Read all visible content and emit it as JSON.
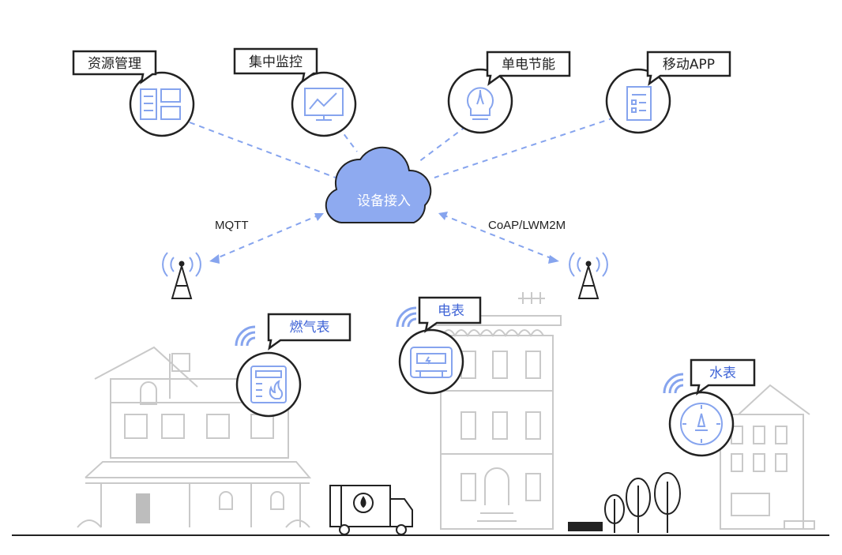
{
  "hub": {
    "label": "设备接入",
    "color": "#8eaaf0"
  },
  "platform": [
    {
      "label": "资源管理",
      "icon": "resource-grid-icon"
    },
    {
      "label": "集中监控",
      "icon": "monitor-chart-icon"
    },
    {
      "label": "单电节能",
      "icon": "lightbulb-icon"
    },
    {
      "label": "移动APP",
      "icon": "mobile-doc-icon"
    }
  ],
  "protocols": {
    "left": "MQTT",
    "right": "CoAP/LWM2M"
  },
  "devices": {
    "gas": {
      "label": "燃气表",
      "icon": "gas-meter-icon"
    },
    "power": {
      "label": "电表",
      "icon": "electric-meter-icon"
    },
    "water": {
      "label": "水表",
      "icon": "water-meter-icon"
    }
  },
  "colors": {
    "accent": "#3e63d6",
    "dash": "#86a4ee",
    "building": "#c9c9c9",
    "ink": "#222222"
  }
}
